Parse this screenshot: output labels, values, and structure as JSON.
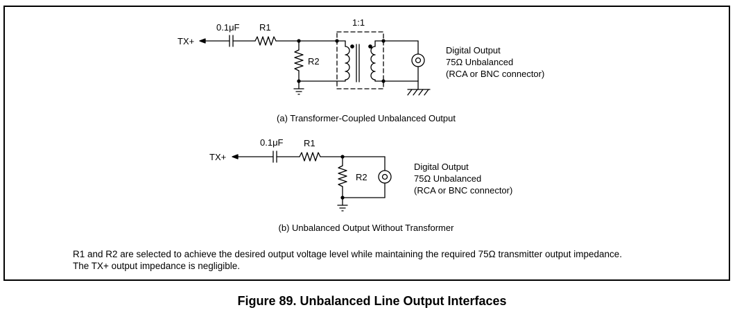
{
  "circuit_a": {
    "tx_label": "TX+",
    "cap_label": "0.1μF",
    "r1_label": "R1",
    "r2_label": "R2",
    "ratio_label": "1:1",
    "output_label": [
      "Digital Output",
      "75Ω Unbalanced",
      "(RCA or BNC connector)"
    ],
    "caption": "(a) Transformer-Coupled Unbalanced Output"
  },
  "circuit_b": {
    "tx_label": "TX+",
    "cap_label": "0.1μF",
    "r1_label": "R1",
    "r2_label": "R2",
    "output_label": [
      "Digital Output",
      "75Ω Unbalanced",
      "(RCA or BNC connector)"
    ],
    "caption": "(b) Unbalanced Output Without Transformer"
  },
  "note": {
    "line1": "R1 and R2 are selected to achieve the desired output voltage level while maintaining the required 75Ω transmitter output impedance.",
    "line2": "The TX+ output impedance is negligible."
  },
  "figure_caption": "Figure 89.  Unbalanced Line Output Interfaces"
}
